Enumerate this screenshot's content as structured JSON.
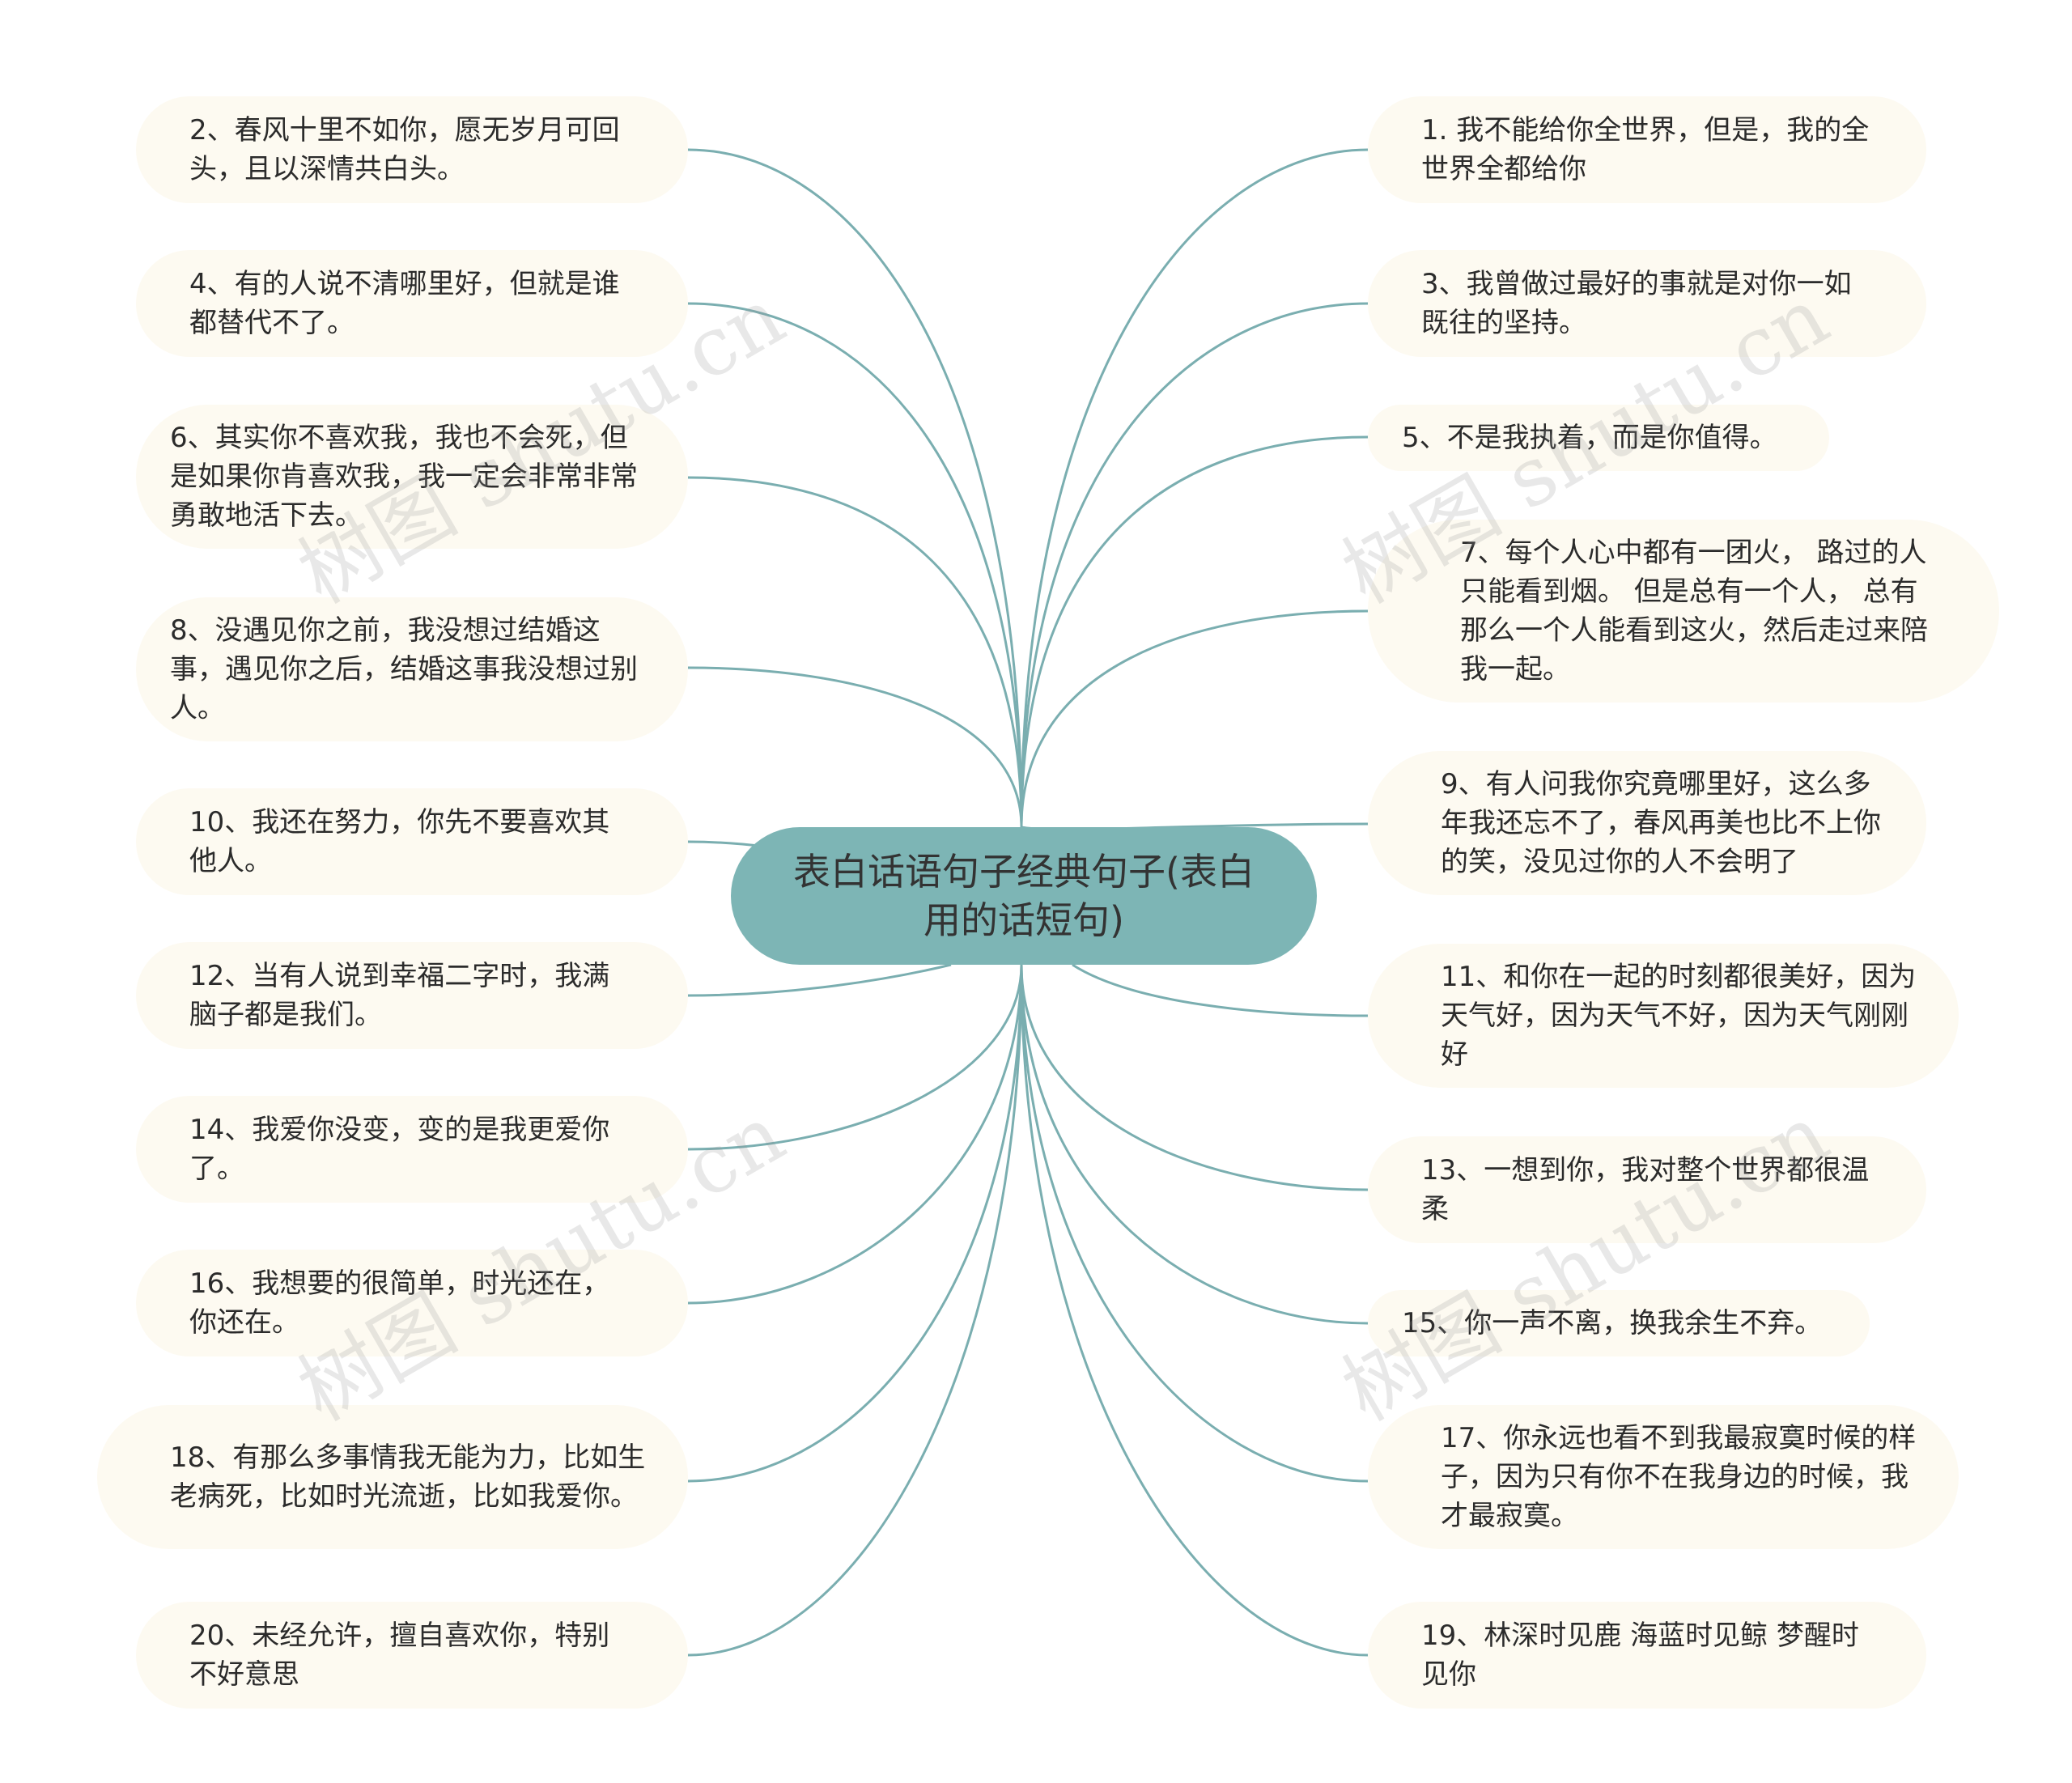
{
  "center": {
    "text": "表白话语句子经典句子(表白用的话短句)"
  },
  "nodes": [
    {
      "text": "1. 我不能给你全世界，但是，我的全世界全都给你"
    },
    {
      "text": "2、春风十里不如你，愿无岁月可回头，且以深情共白头。"
    },
    {
      "text": "3、我曾做过最好的事就是对你一如既往的坚持。"
    },
    {
      "text": "4、有的人说不清哪里好，但就是谁都替代不了。"
    },
    {
      "text": "5、不是我执着，而是你值得。"
    },
    {
      "text": "6、其实你不喜欢我，我也不会死，但是如果你肯喜欢我，我一定会非常非常勇敢地活下去。"
    },
    {
      "text": "7、每个人心中都有一团火， 路过的人只能看到烟。 但是总有一个人， 总有那么一个人能看到这火，然后走过来陪我一起。"
    },
    {
      "text": "8、没遇见你之前，我没想过结婚这事，遇见你之后，结婚这事我没想过别人。"
    },
    {
      "text": "9、有人问我你究竟哪里好，这么多年我还忘不了，春风再美也比不上你的笑，没见过你的人不会明了"
    },
    {
      "text": "10、我还在努力，你先不要喜欢其他人。"
    },
    {
      "text": "11、和你在一起的时刻都很美好，因为天气好，因为天气不好，因为天气刚刚好"
    },
    {
      "text": "12、当有人说到幸福二字时，我满脑子都是我们。"
    },
    {
      "text": "13、一想到你，我对整个世界都很温柔"
    },
    {
      "text": "14、我爱你没变，变的是我更爱你了。"
    },
    {
      "text": "15、你一声不离，换我余生不弃。"
    },
    {
      "text": "16、我想要的很简单，时光还在，你还在。"
    },
    {
      "text": "17、你永远也看不到我最寂寞时候的样子，因为只有你不在我身边的时候，我才最寂寞。"
    },
    {
      "text": "18、有那么多事情我无能为力，比如生老病死，比如时光流逝，比如我爱你。"
    },
    {
      "text": "19、林深时见鹿 海蓝时见鲸 梦醒时见你"
    },
    {
      "text": "20、未经允许，擅自喜欢你，特别不好意思"
    }
  ],
  "watermark": {
    "text": "树图 shutu.cn"
  },
  "colors": {
    "link": "#7aaeb0",
    "center_fill": "#7db5b5",
    "node_fill": "#fdfaf1"
  }
}
